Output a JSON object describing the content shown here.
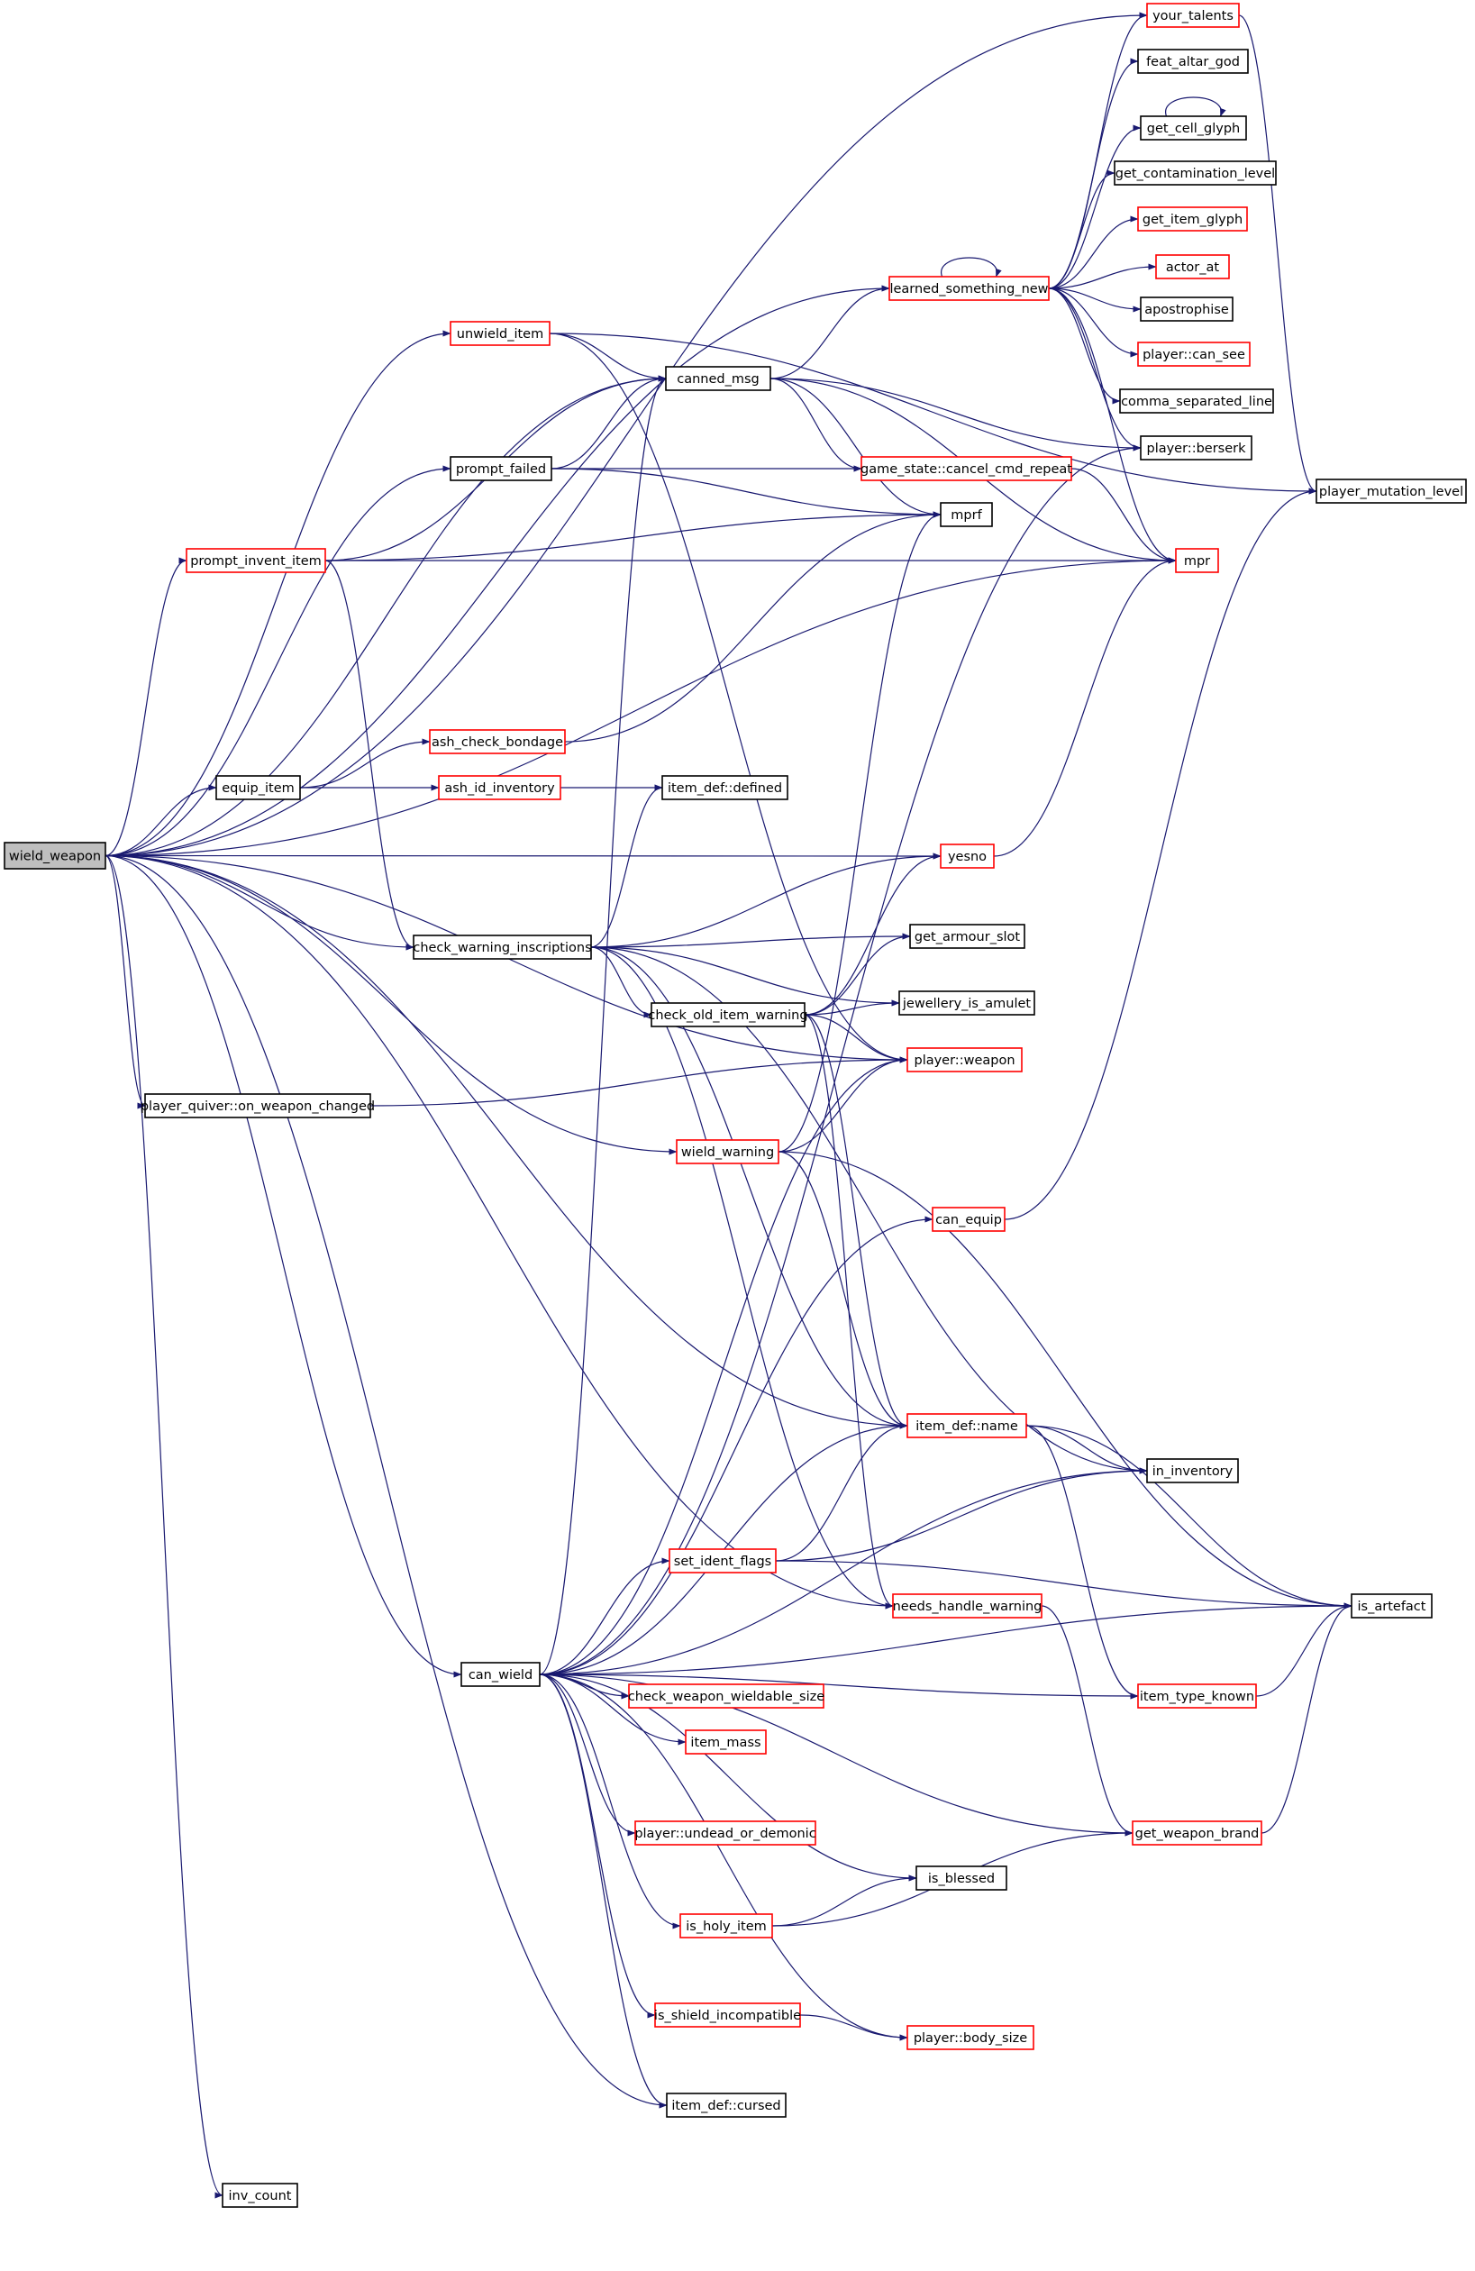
{
  "colors": {
    "edge": "#191970",
    "border_documented": "#000000",
    "border_undocumented": "#ff0000",
    "root_fill": "#bfbfbf",
    "node_fill": "#ffffff"
  },
  "nodes": {
    "wield_weapon": {
      "label": "wield_weapon",
      "border": "black",
      "root": true
    },
    "your_talents": {
      "label": "your_talents",
      "border": "red"
    },
    "feat_altar_god": {
      "label": "feat_altar_god",
      "border": "black"
    },
    "get_cell_glyph": {
      "label": "get_cell_glyph",
      "border": "black"
    },
    "get_contamination_level": {
      "label": "get_contamination_level",
      "border": "black"
    },
    "get_item_glyph": {
      "label": "get_item_glyph",
      "border": "red"
    },
    "actor_at": {
      "label": "actor_at",
      "border": "red"
    },
    "learned_something_new": {
      "label": "learned_something_new",
      "border": "red"
    },
    "apostrophise": {
      "label": "apostrophise",
      "border": "black"
    },
    "unwield_item": {
      "label": "unwield_item",
      "border": "red"
    },
    "player_can_see": {
      "label": "player::can_see",
      "border": "red"
    },
    "canned_msg": {
      "label": "canned_msg",
      "border": "black"
    },
    "comma_separated_line": {
      "label": "comma_separated_line",
      "border": "black"
    },
    "player_berserk": {
      "label": "player::berserk",
      "border": "black"
    },
    "prompt_failed": {
      "label": "prompt_failed",
      "border": "black"
    },
    "game_state_cancel_cmd_repeat": {
      "label": "game_state::cancel_cmd_repeat",
      "border": "red"
    },
    "player_mutation_level": {
      "label": "player_mutation_level",
      "border": "black"
    },
    "mprf": {
      "label": "mprf",
      "border": "black"
    },
    "prompt_invent_item": {
      "label": "prompt_invent_item",
      "border": "red"
    },
    "mpr": {
      "label": "mpr",
      "border": "red"
    },
    "ash_check_bondage": {
      "label": "ash_check_bondage",
      "border": "red"
    },
    "equip_item": {
      "label": "equip_item",
      "border": "black"
    },
    "ash_id_inventory": {
      "label": "ash_id_inventory",
      "border": "red"
    },
    "item_def_defined": {
      "label": "item_def::defined",
      "border": "black"
    },
    "yesno": {
      "label": "yesno",
      "border": "red"
    },
    "get_armour_slot": {
      "label": "get_armour_slot",
      "border": "black"
    },
    "check_warning_inscriptions": {
      "label": "check_warning_inscriptions",
      "border": "black"
    },
    "jewellery_is_amulet": {
      "label": "jewellery_is_amulet",
      "border": "black"
    },
    "check_old_item_warning": {
      "label": "check_old_item_warning",
      "border": "black"
    },
    "player_weapon": {
      "label": "player::weapon",
      "border": "red"
    },
    "player_quiver_on_weapon_changed": {
      "label": "player_quiver::on_weapon_changed",
      "border": "black"
    },
    "wield_warning": {
      "label": "wield_warning",
      "border": "red"
    },
    "can_equip": {
      "label": "can_equip",
      "border": "red"
    },
    "item_def_name": {
      "label": "item_def::name",
      "border": "red"
    },
    "in_inventory": {
      "label": "in_inventory",
      "border": "black"
    },
    "set_ident_flags": {
      "label": "set_ident_flags",
      "border": "red"
    },
    "needs_handle_warning": {
      "label": "needs_handle_warning",
      "border": "red"
    },
    "is_artefact": {
      "label": "is_artefact",
      "border": "black"
    },
    "can_wield": {
      "label": "can_wield",
      "border": "black"
    },
    "check_weapon_wieldable_size": {
      "label": "check_weapon_wieldable_size",
      "border": "red"
    },
    "item_type_known": {
      "label": "item_type_known",
      "border": "red"
    },
    "item_mass": {
      "label": "item_mass",
      "border": "red"
    },
    "player_undead_or_demonic": {
      "label": "player::undead_or_demonic",
      "border": "red"
    },
    "get_weapon_brand": {
      "label": "get_weapon_brand",
      "border": "red"
    },
    "is_blessed": {
      "label": "is_blessed",
      "border": "black"
    },
    "is_holy_item": {
      "label": "is_holy_item",
      "border": "red"
    },
    "is_shield_incompatible": {
      "label": "is_shield_incompatible",
      "border": "red"
    },
    "player_body_size": {
      "label": "player::body_size",
      "border": "red"
    },
    "item_def_cursed": {
      "label": "item_def::cursed",
      "border": "black"
    },
    "inv_count": {
      "label": "inv_count",
      "border": "black"
    }
  },
  "edges": [
    [
      "wield_weapon",
      "your_talents"
    ],
    [
      "wield_weapon",
      "learned_something_new"
    ],
    [
      "wield_weapon",
      "unwield_item"
    ],
    [
      "wield_weapon",
      "canned_msg"
    ],
    [
      "wield_weapon",
      "prompt_failed"
    ],
    [
      "wield_weapon",
      "prompt_invent_item"
    ],
    [
      "wield_weapon",
      "mpr"
    ],
    [
      "wield_weapon",
      "equip_item"
    ],
    [
      "wield_weapon",
      "yesno"
    ],
    [
      "wield_weapon",
      "check_warning_inscriptions"
    ],
    [
      "wield_weapon",
      "player_weapon"
    ],
    [
      "wield_weapon",
      "player_quiver_on_weapon_changed"
    ],
    [
      "wield_weapon",
      "wield_warning"
    ],
    [
      "wield_weapon",
      "item_def_name"
    ],
    [
      "wield_weapon",
      "can_wield"
    ],
    [
      "wield_weapon",
      "item_def_cursed"
    ],
    [
      "wield_weapon",
      "needs_handle_warning"
    ],
    [
      "wield_weapon",
      "inv_count"
    ],
    [
      "learned_something_new",
      "your_talents"
    ],
    [
      "learned_something_new",
      "feat_altar_god"
    ],
    [
      "learned_something_new",
      "get_cell_glyph"
    ],
    [
      "learned_something_new",
      "get_contamination_level"
    ],
    [
      "learned_something_new",
      "get_item_glyph"
    ],
    [
      "learned_something_new",
      "actor_at"
    ],
    [
      "learned_something_new",
      "apostrophise"
    ],
    [
      "learned_something_new",
      "player_can_see"
    ],
    [
      "learned_something_new",
      "comma_separated_line"
    ],
    [
      "learned_something_new",
      "player_berserk"
    ],
    [
      "learned_something_new",
      "mpr"
    ],
    [
      "learned_something_new",
      "learned_something_new"
    ],
    [
      "get_cell_glyph",
      "get_cell_glyph"
    ],
    [
      "your_talents",
      "player_mutation_level"
    ],
    [
      "unwield_item",
      "canned_msg"
    ],
    [
      "unwield_item",
      "player_mutation_level"
    ],
    [
      "unwield_item",
      "player_weapon"
    ],
    [
      "canned_msg",
      "learned_something_new"
    ],
    [
      "canned_msg",
      "game_state_cancel_cmd_repeat"
    ],
    [
      "canned_msg",
      "mprf"
    ],
    [
      "canned_msg",
      "mpr"
    ],
    [
      "canned_msg",
      "player_berserk"
    ],
    [
      "prompt_failed",
      "canned_msg"
    ],
    [
      "prompt_failed",
      "game_state_cancel_cmd_repeat"
    ],
    [
      "prompt_failed",
      "mprf"
    ],
    [
      "game_state_cancel_cmd_repeat",
      "mpr"
    ],
    [
      "prompt_invent_item",
      "canned_msg"
    ],
    [
      "prompt_invent_item",
      "mprf"
    ],
    [
      "prompt_invent_item",
      "mpr"
    ],
    [
      "prompt_invent_item",
      "check_warning_inscriptions"
    ],
    [
      "equip_item",
      "ash_check_bondage"
    ],
    [
      "equip_item",
      "ash_id_inventory"
    ],
    [
      "ash_check_bondage",
      "mprf"
    ],
    [
      "ash_id_inventory",
      "item_def_defined"
    ],
    [
      "yesno",
      "mpr"
    ],
    [
      "check_warning_inscriptions",
      "item_def_defined"
    ],
    [
      "check_warning_inscriptions",
      "yesno"
    ],
    [
      "check_warning_inscriptions",
      "get_armour_slot"
    ],
    [
      "check_warning_inscriptions",
      "jewellery_is_amulet"
    ],
    [
      "check_warning_inscriptions",
      "check_old_item_warning"
    ],
    [
      "check_warning_inscriptions",
      "item_def_name"
    ],
    [
      "check_warning_inscriptions",
      "in_inventory"
    ],
    [
      "check_warning_inscriptions",
      "needs_handle_warning"
    ],
    [
      "check_old_item_warning",
      "yesno"
    ],
    [
      "check_old_item_warning",
      "get_armour_slot"
    ],
    [
      "check_old_item_warning",
      "jewellery_is_amulet"
    ],
    [
      "check_old_item_warning",
      "player_weapon"
    ],
    [
      "check_old_item_warning",
      "item_def_name"
    ],
    [
      "check_old_item_warning",
      "needs_handle_warning"
    ],
    [
      "player_quiver_on_weapon_changed",
      "player_weapon"
    ],
    [
      "wield_warning",
      "mprf"
    ],
    [
      "wield_warning",
      "player_weapon"
    ],
    [
      "wield_warning",
      "item_def_name"
    ],
    [
      "wield_warning",
      "is_artefact"
    ],
    [
      "can_equip",
      "player_mutation_level"
    ],
    [
      "item_def_name",
      "in_inventory"
    ],
    [
      "item_def_name",
      "is_artefact"
    ],
    [
      "item_def_name",
      "item_type_known"
    ],
    [
      "set_ident_flags",
      "item_def_name"
    ],
    [
      "set_ident_flags",
      "in_inventory"
    ],
    [
      "set_ident_flags",
      "is_artefact"
    ],
    [
      "needs_handle_warning",
      "get_weapon_brand"
    ],
    [
      "item_type_known",
      "is_artefact"
    ],
    [
      "get_weapon_brand",
      "is_artefact"
    ],
    [
      "can_wield",
      "canned_msg"
    ],
    [
      "can_wield",
      "player_berserk"
    ],
    [
      "can_wield",
      "player_weapon"
    ],
    [
      "can_wield",
      "can_equip"
    ],
    [
      "can_wield",
      "item_def_name"
    ],
    [
      "can_wield",
      "in_inventory"
    ],
    [
      "can_wield",
      "set_ident_flags"
    ],
    [
      "can_wield",
      "is_artefact"
    ],
    [
      "can_wield",
      "check_weapon_wieldable_size"
    ],
    [
      "can_wield",
      "item_type_known"
    ],
    [
      "can_wield",
      "item_mass"
    ],
    [
      "can_wield",
      "player_undead_or_demonic"
    ],
    [
      "can_wield",
      "get_weapon_brand"
    ],
    [
      "can_wield",
      "is_blessed"
    ],
    [
      "can_wield",
      "is_holy_item"
    ],
    [
      "can_wield",
      "is_shield_incompatible"
    ],
    [
      "can_wield",
      "player_body_size"
    ],
    [
      "can_wield",
      "item_def_cursed"
    ],
    [
      "is_holy_item",
      "is_blessed"
    ],
    [
      "is_holy_item",
      "get_weapon_brand"
    ],
    [
      "is_shield_incompatible",
      "player_body_size"
    ]
  ]
}
